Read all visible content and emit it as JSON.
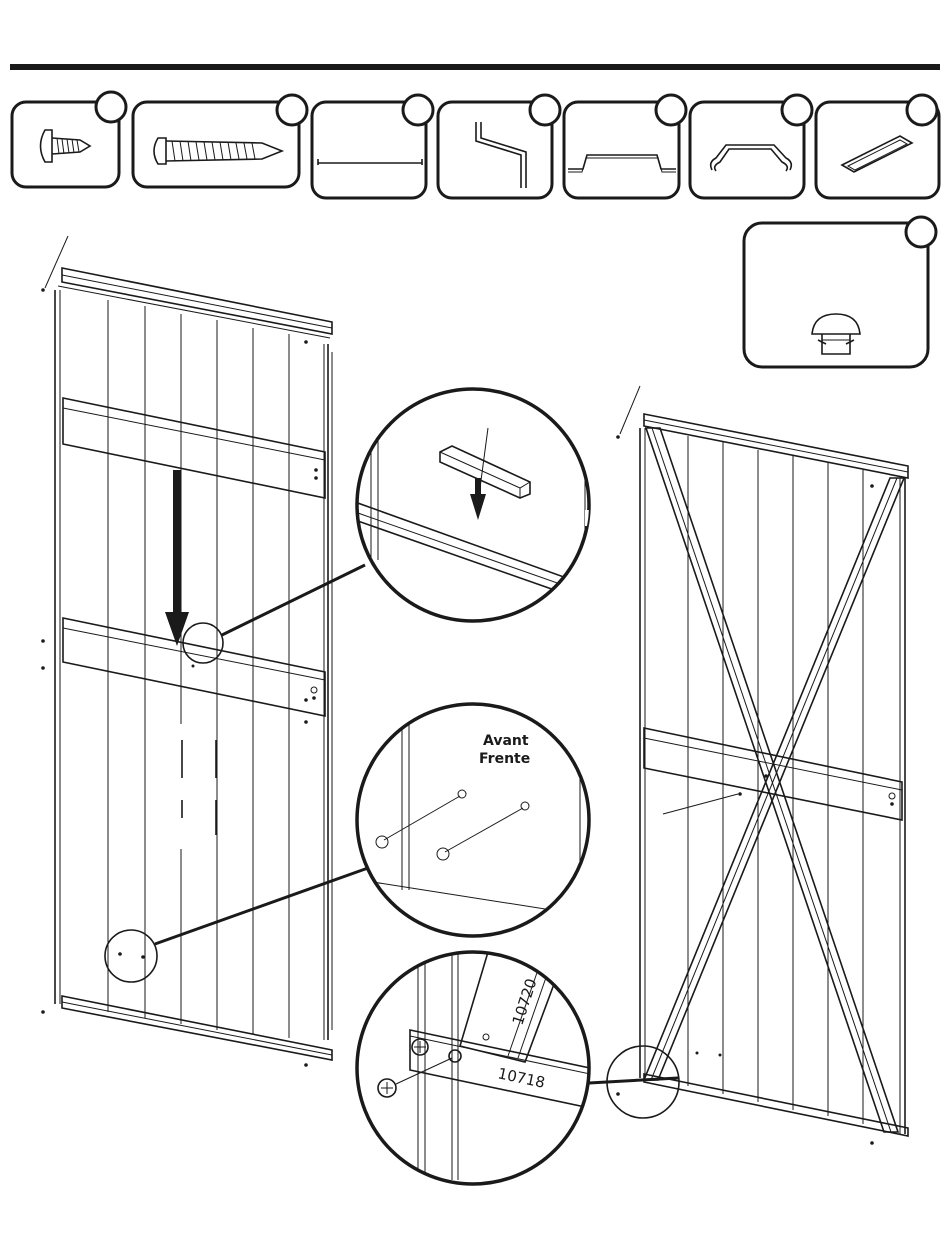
{
  "zoom_labels": {
    "front_en": "Avant",
    "front_es": "Frente"
  },
  "part_numbers": {
    "brace": "10720",
    "plate": "10718"
  },
  "icons": [
    "truss-screw-icon",
    "long-screw-icon",
    "flat-bar-icon",
    "z-bracket-icon",
    "hat-channel-icon",
    "handle-bracket-icon",
    "rail-insert-icon",
    "push-rivet-icon"
  ]
}
